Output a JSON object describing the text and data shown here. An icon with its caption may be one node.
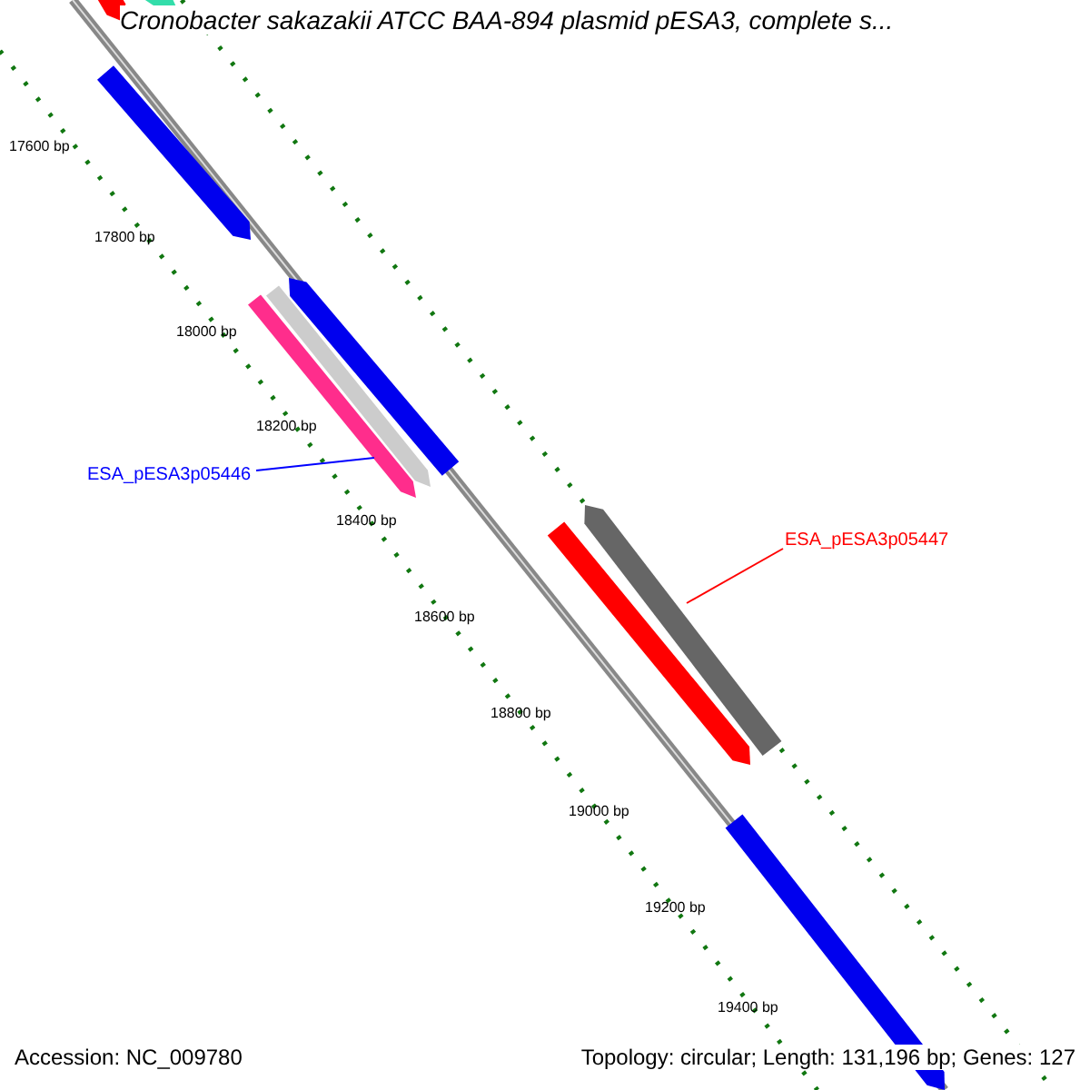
{
  "diagram": {
    "title": "Cronobacter sakazakii ATCC BAA-894 plasmid pESA3, complete s...",
    "nodes": [
      {
        "text": [
          "ESA_pESA3p05446"
        ]
      },
      {
        "text": [],
        "shape": "bar"
      },
      {
        "text": [
          "ESA_pESA3p05447"
        ]
      },
      {
        "text": [],
        "shape": "bar"
      }
    ],
    "edges": [
      {
        "from": 0,
        "to": 1,
        "arrow": "none",
        "color": "#0000ff"
      },
      {
        "from": 2,
        "to": 3,
        "arrow": "none",
        "color": "#ff0000"
      }
    ],
    "labels": [
      "17600 bp",
      "17800 bp",
      "18000 bp",
      "18200 bp",
      "18400 bp",
      "18600 bp",
      "18800 bp",
      "19000 bp",
      "19200 bp",
      "19400 bp",
      "Accession: NC_009780",
      "Topology: circular; Length: 131,196 bp; Genes: 127"
    ]
  }
}
